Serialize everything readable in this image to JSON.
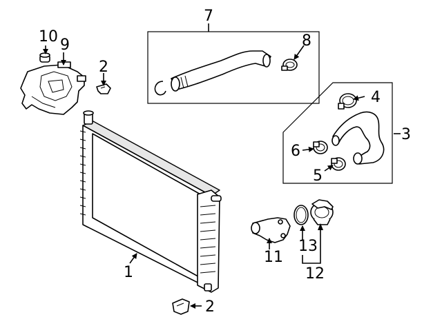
{
  "callouts": {
    "c1": "1",
    "c2a": "2",
    "c2b": "2",
    "c3": "3",
    "c4": "4",
    "c5": "5",
    "c6": "6",
    "c7": "7",
    "c8": "8",
    "c9": "9",
    "c10": "10",
    "c11": "11",
    "c12": "12",
    "c13": "13"
  }
}
